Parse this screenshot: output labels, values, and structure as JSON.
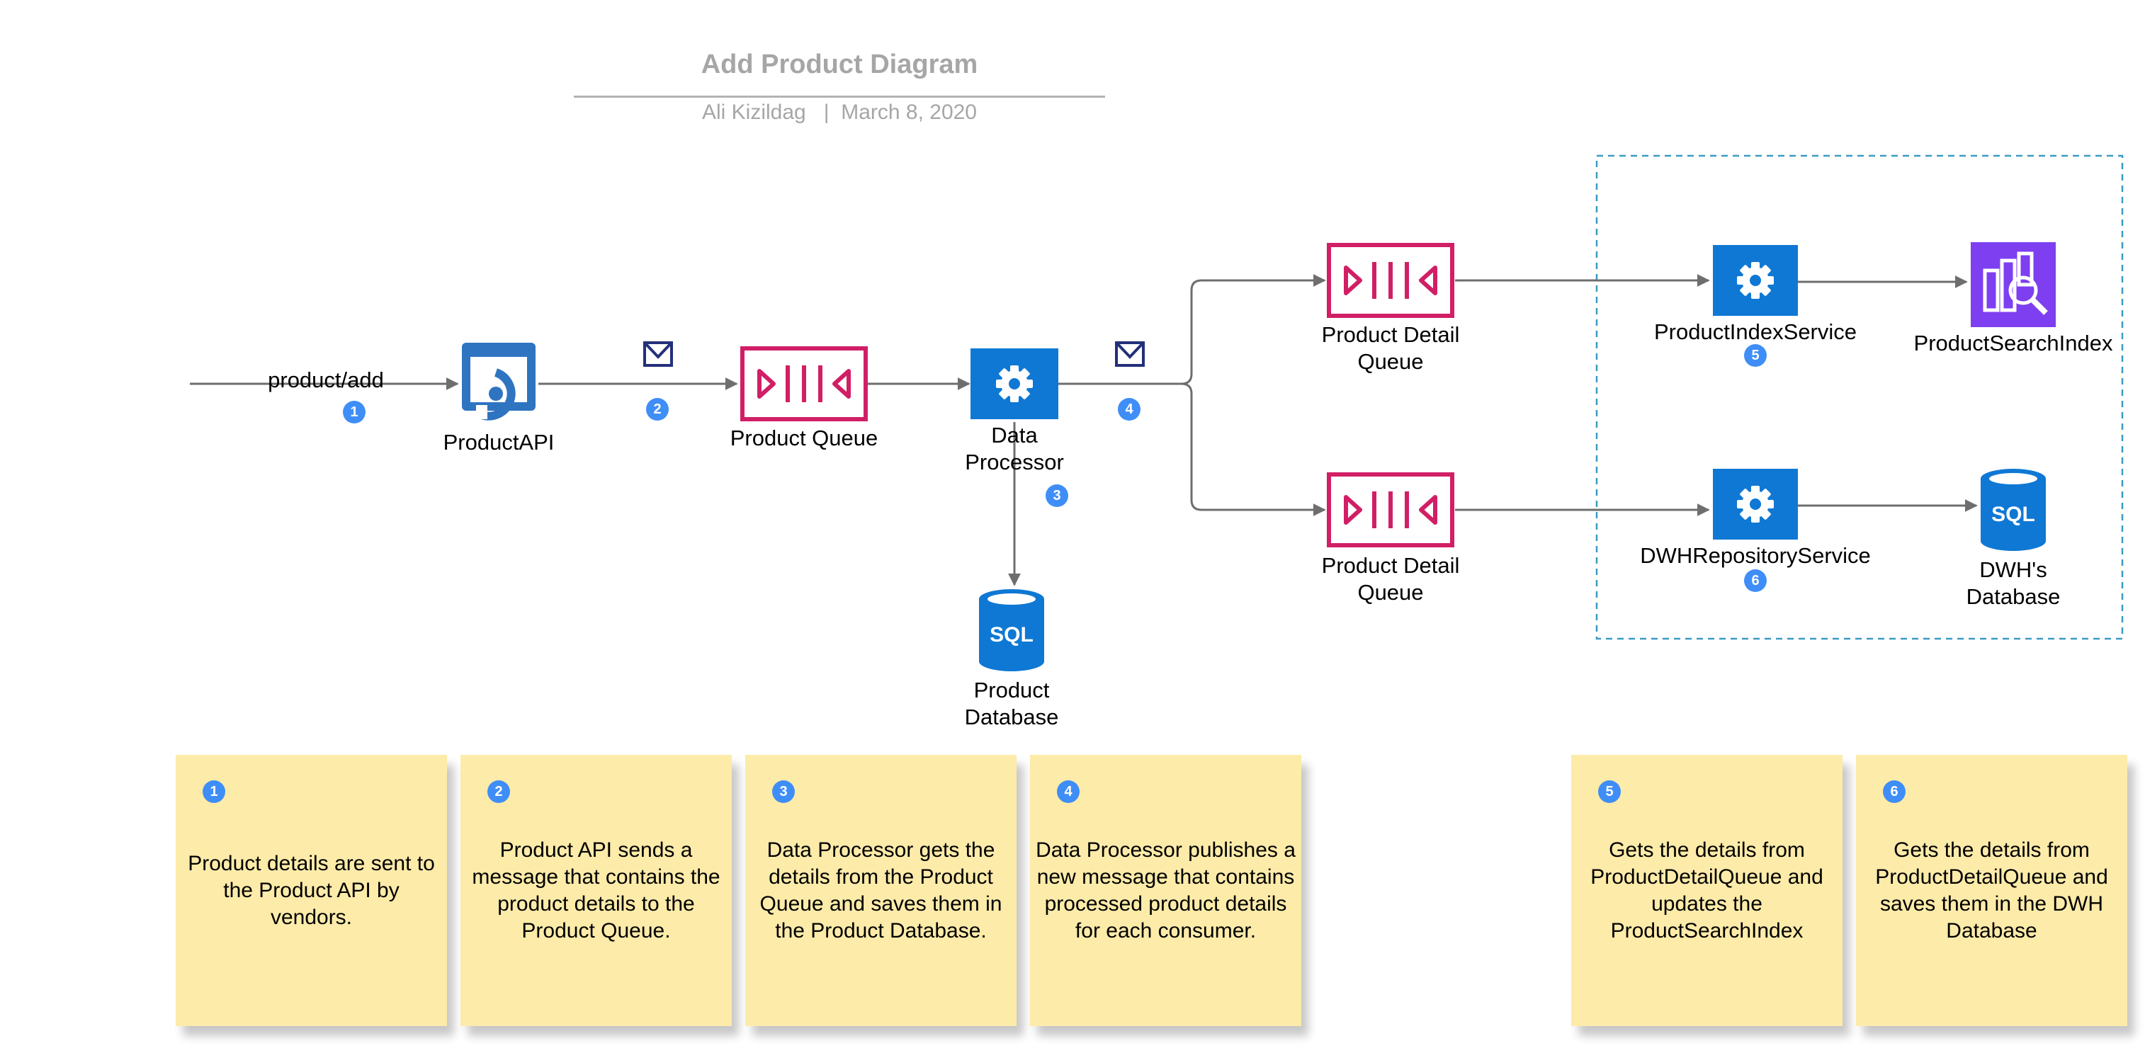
{
  "header": {
    "title": "Add Product Diagram",
    "author": "Ali Kizildag",
    "separator": "|",
    "date": "March 8, 2020"
  },
  "colors": {
    "queue": "#d11f66",
    "service": "#0f78d4",
    "sql": "#0f78d4",
    "search_index": "#7d3ff0",
    "connector": "#6e6e6e",
    "envelope": "#23307a",
    "badge": "#3f8ef7",
    "note_background": "#fdeba9",
    "dashed_boundary": "#3a9bc2"
  },
  "nodes": {
    "entry_label": "product/add",
    "product_api": {
      "label": "ProductAPI",
      "icon": "api-management-icon"
    },
    "product_queue": {
      "label": "Product Queue",
      "icon": "queue-icon"
    },
    "data_processor": {
      "line1": "Data",
      "line2": "Processor",
      "icon": "gear-service-icon"
    },
    "product_database": {
      "line1": "Product",
      "line2": "Database",
      "icon": "sql-database-icon"
    },
    "detail_queue_top": {
      "line1": "Product Detail",
      "line2": "Queue",
      "icon": "queue-icon"
    },
    "detail_queue_bottom": {
      "line1": "Product Detail",
      "line2": "Queue",
      "icon": "queue-icon"
    },
    "product_index_service": {
      "label": "ProductIndexService",
      "icon": "gear-service-icon"
    },
    "product_search_index": {
      "label": "ProductSearchIndex",
      "icon": "search-index-icon"
    },
    "dwh_repository_service": {
      "label": "DWHRepositoryService",
      "icon": "gear-service-icon"
    },
    "dwh_database": {
      "line1": "DWH's",
      "line2": "Database",
      "icon": "sql-database-icon"
    }
  },
  "badges": [
    "1",
    "2",
    "3",
    "4",
    "5",
    "6"
  ],
  "notes": [
    {
      "number": "1",
      "text": "Product details are sent to the Product API by vendors."
    },
    {
      "number": "2",
      "text": "Product API sends a message that contains the product details to the Product Queue."
    },
    {
      "number": "3",
      "text": "Data Processor gets the details from the Product Queue and saves them in the Product Database."
    },
    {
      "number": "4",
      "text": "Data Processor publishes a new message that contains processed product details for each consumer."
    },
    {
      "number": "5",
      "text": "Gets the details from ProductDetailQueue and updates the ProductSearchIndex"
    },
    {
      "number": "6",
      "text": "Gets the details from ProductDetailQueue and saves them in the DWH Database"
    }
  ]
}
